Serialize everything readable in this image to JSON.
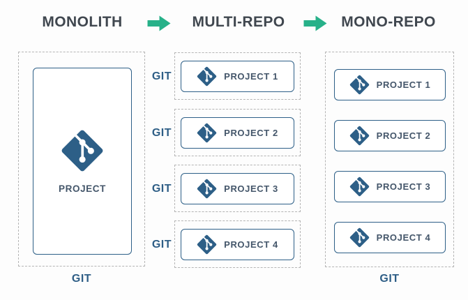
{
  "header": {
    "stages": [
      "MONOLITH",
      "MULTI-REPO",
      "MONO-REPO"
    ]
  },
  "monolith": {
    "project_label": "PROJECT",
    "git_label": "GIT"
  },
  "multi_repo": {
    "git_label": "GIT",
    "projects": [
      "PROJECT 1",
      "PROJECT 2",
      "PROJECT 3",
      "PROJECT 4"
    ]
  },
  "mono_repo": {
    "projects": [
      "PROJECT 1",
      "PROJECT 2",
      "PROJECT 3",
      "PROJECT 4"
    ],
    "git_label": "GIT"
  },
  "colors": {
    "accent_blue": "#2d5f87",
    "arrow_green": "#27b189",
    "heading_text": "#40474f",
    "project_text": "#44566a",
    "dashed_border": "#b4b4b4",
    "background": "#fdfdfd"
  },
  "icons": {
    "git_logo": "git-logo-icon",
    "arrow": "arrow-right-icon"
  }
}
